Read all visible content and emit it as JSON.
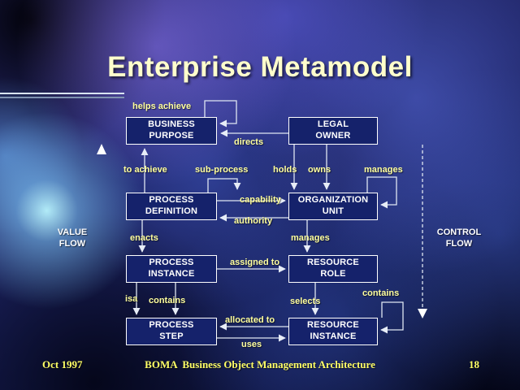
{
  "slide": {
    "title": "Enterprise Metamodel",
    "footer": {
      "date": "Oct 1997",
      "center": "BOMA  Business Object Management Architecture",
      "page": "18"
    }
  },
  "flows": {
    "value": "VALUE\nFLOW",
    "control": "CONTROL\nFLOW"
  },
  "nodes": {
    "business_purpose": "BUSINESS\nPURPOSE",
    "legal_owner": "LEGAL\nOWNER",
    "process_definition": "PROCESS\nDEFINITION",
    "organization_unit": "ORGANIZATION\nUNIT",
    "process_instance": "PROCESS\nINSTANCE",
    "resource_role": "RESOURCE\nROLE",
    "process_step": "PROCESS\nSTEP",
    "resource_instance": "RESOURCE\nINSTANCE"
  },
  "edges": {
    "helps_achieve": "helps achieve",
    "directs": "directs",
    "to_achieve": "to achieve",
    "sub_process": "sub-process",
    "holds": "holds",
    "owns": "owns",
    "manages_owner": "manages",
    "capability": "capability",
    "authority": "authority",
    "enacts": "enacts",
    "manages_unit": "manages",
    "assigned_to": "assigned to",
    "isa": "isa",
    "contains_process": "contains",
    "selects": "selects",
    "contains_resource": "contains",
    "allocated_to": "allocated to",
    "uses": "uses"
  },
  "colors": {
    "node_fill": "#15226b",
    "node_border": "#ffffff",
    "edge_label": "#ffff9e",
    "title": "#ffffcc",
    "footer": "#ffff66",
    "flow_label": "#ffffff"
  }
}
